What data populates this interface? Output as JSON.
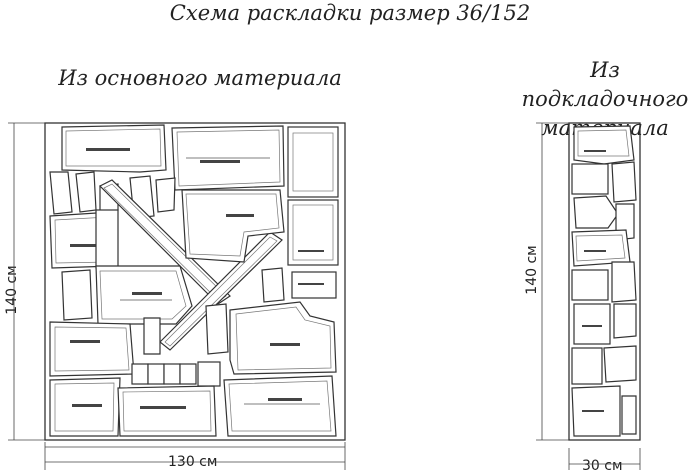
{
  "title": "Схема раскладки размер 36/152",
  "main": {
    "heading": "Из основного материала",
    "height_label": "140 см",
    "width_label": "130 см"
  },
  "lining": {
    "heading_line1": "Из подкладочного",
    "heading_line2": "материала",
    "height_label": "140 см",
    "width_label": "30 см"
  }
}
